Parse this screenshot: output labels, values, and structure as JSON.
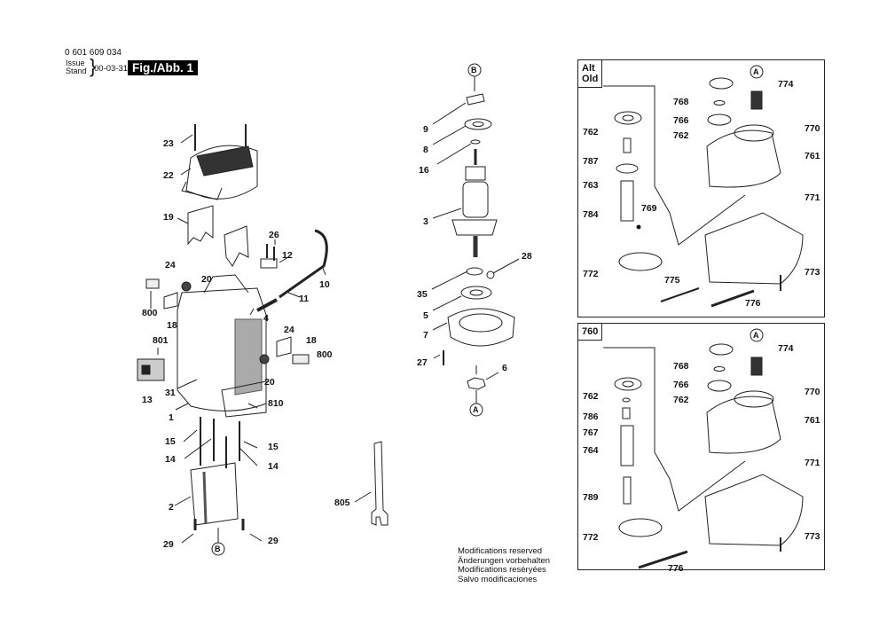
{
  "header": {
    "part_number": "0 601 609 034",
    "issue_label_en": "Issue",
    "issue_label_de": "Stand",
    "date": "00-03-31",
    "figure_label": "Fig./Abb. 1"
  },
  "notice": {
    "lines": [
      "Modifications reserved",
      "Änderungen vorbehalten",
      "Modifications reséryées",
      "Salvo modificaciones"
    ]
  },
  "connectors": {
    "a": "A",
    "b": "B"
  },
  "left_group": {
    "labels": [
      "23",
      "22",
      "19",
      "26",
      "12",
      "10",
      "24",
      "20",
      "800",
      "11",
      "18",
      "4",
      "801",
      "24",
      "18",
      "800",
      "13",
      "31",
      "20",
      "1",
      "810",
      "15",
      "15",
      "14",
      "14",
      "2",
      "29",
      "29"
    ]
  },
  "center_group": {
    "labels": [
      "9",
      "8",
      "16",
      "3",
      "28",
      "35",
      "5",
      "7",
      "27",
      "6",
      "805"
    ]
  },
  "panels": [
    {
      "tag": [
        "Alt",
        "Old"
      ],
      "labels": [
        "768",
        "774",
        "766",
        "762",
        "770",
        "762",
        "787",
        "761",
        "763",
        "784",
        "769",
        "771",
        "772",
        "775",
        "773",
        "776"
      ]
    },
    {
      "tag": [
        "760"
      ],
      "labels": [
        "768",
        "774",
        "766",
        "762",
        "770",
        "762",
        "786",
        "767",
        "761",
        "764",
        "771",
        "789",
        "772",
        "773",
        "776"
      ]
    }
  ]
}
